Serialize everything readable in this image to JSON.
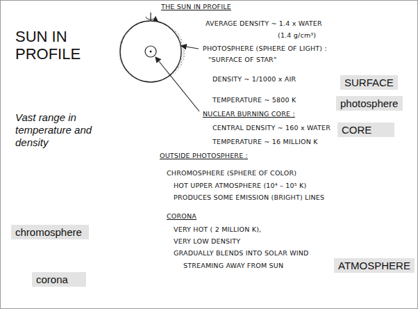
{
  "diagram": {
    "title": "SUN IN PROFILE",
    "nodes": [
      {
        "text": [
          "SURFACE"
        ]
      },
      {
        "text": [
          "photosphere"
        ]
      },
      {
        "text": [
          "CORE"
        ]
      },
      {
        "text": [
          "chromosphere"
        ]
      },
      {
        "text": [
          "ATMOSPHERE"
        ]
      },
      {
        "text": [
          "corona"
        ]
      }
    ],
    "labels": [
      "Vast range in temperature and density",
      "THE SUN IN PROFILE",
      "AVERAGE DENSITY ~ 1.4 x WATER",
      "(1.4 g/cm³)",
      "PHOTOSPHERE (SPHERE OF LIGHT) :",
      "\"SURFACE OF STAR\"",
      "DENSITY ~ 1/1000 x AIR",
      "TEMPERATURE ~ 5800 K",
      "NUCLEAR BURNING CORE :",
      "CENTRAL DENSITY ~ 160 x WATER",
      "TEMPERATURE ~ 16 MILLION K",
      "OUTSIDE PHOTOSPHERE :",
      "CHROMOSPHERE (SPHERE OF COLOR)",
      "HOT UPPER ATMOSPHERE (10⁴ – 10⁵ K)",
      "PRODUCES SOME EMISSION (BRIGHT) LINES",
      "CORONA",
      "VERY HOT ( 2 MILLION K),",
      "VERY LOW DENSITY",
      "GRADUALLY BLENDS INTO SOLAR WIND",
      "STREAMING AWAY FROM SUN"
    ]
  }
}
